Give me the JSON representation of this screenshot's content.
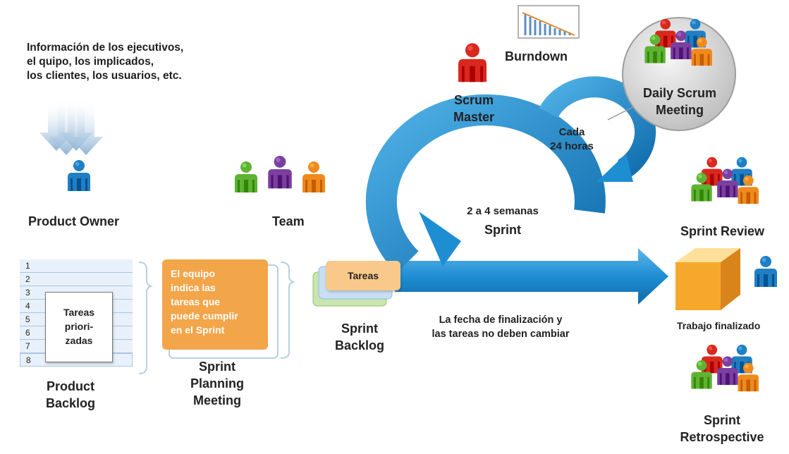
{
  "intro_lines": [
    "Información de los ejecutivos,",
    "el quipo, los implicados,",
    "los clientes, los usuarios, etc."
  ],
  "product_owner": "Product Owner",
  "team": "Team",
  "scrum_master": [
    "Scrum",
    "Master"
  ],
  "burndown": "Burndown",
  "daily_scrum": [
    "Daily Scrum",
    "Meeting"
  ],
  "cada_24": [
    "Cada",
    "24 horas"
  ],
  "sprint_cycle": [
    "2 a 4 semanas",
    "Sprint"
  ],
  "backlog_rows": [
    "1",
    "2",
    "3",
    "4",
    "5",
    "6",
    "7",
    "8"
  ],
  "backlog_inner": [
    "Tareas",
    "priori-",
    "zadas"
  ],
  "product_backlog": [
    "Product",
    "Backlog"
  ],
  "planning_note": [
    "El equipo",
    "indica las",
    "tareas que",
    "puede cumplir",
    "en el Sprint"
  ],
  "planning_label": [
    "Sprint",
    "Planning",
    "Meeting"
  ],
  "tareas_card": "Tareas",
  "sprint_backlog": [
    "Sprint",
    "Backlog"
  ],
  "fecha_note": [
    "La fecha de finalización y",
    "las tareas no deben cambiar"
  ],
  "sprint_review": "Sprint Review",
  "trabajo": "Trabajo finalizado",
  "retrospective": [
    "Sprint",
    "Retrospective"
  ],
  "colors": {
    "blue": "#1f7fc2",
    "red": "#d9281e",
    "green": "#5fb333",
    "purple": "#7b3fa0",
    "orange": "#f08a1c",
    "sprint_blue": "#1e8ed3",
    "note_orange": "#f3a54a"
  }
}
